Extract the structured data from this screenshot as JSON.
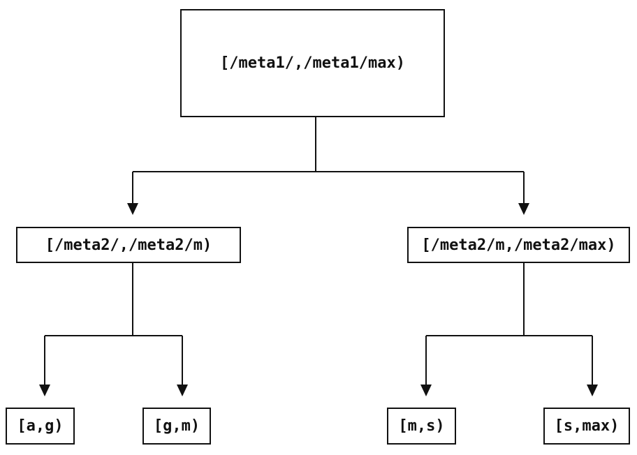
{
  "colors": {
    "background": "#ffffff",
    "line": "#111111",
    "text": "#111111"
  },
  "nodes": {
    "root": {
      "label": "[/meta1/,/meta1/max)"
    },
    "left": {
      "label": "[/meta2/,/meta2/m)"
    },
    "right": {
      "label": "[/meta2/m,/meta2/max)"
    },
    "leaf_ag": {
      "label": "[a,g)"
    },
    "leaf_gm": {
      "label": "[g,m)"
    },
    "leaf_ms": {
      "label": "[m,s)"
    },
    "leaf_smax": {
      "label": "[s,max)"
    }
  },
  "edges": [
    {
      "from": "root",
      "to": "left"
    },
    {
      "from": "root",
      "to": "right"
    },
    {
      "from": "left",
      "to": "leaf_ag"
    },
    {
      "from": "left",
      "to": "leaf_gm"
    },
    {
      "from": "right",
      "to": "leaf_ms"
    },
    {
      "from": "right",
      "to": "leaf_smax"
    }
  ]
}
